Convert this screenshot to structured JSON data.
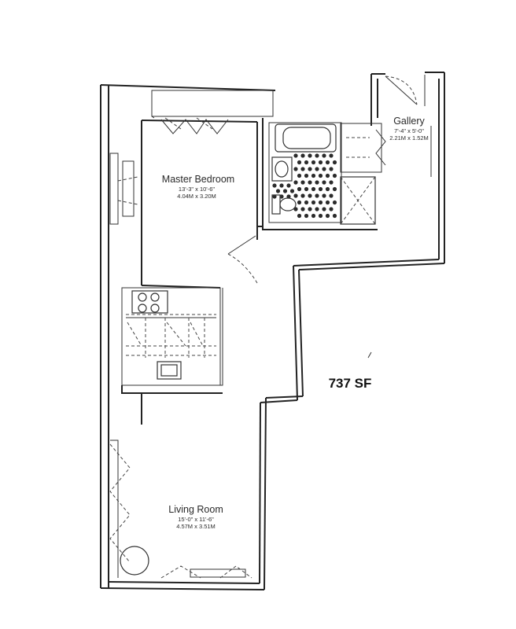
{
  "rooms": {
    "master_bedroom": {
      "name": "Master Bedroom",
      "dim_imperial": "13'-3\" x 10'-6\"",
      "dim_metric": "4.04M x 3.20M"
    },
    "gallery": {
      "name": "Gallery",
      "dim_imperial": "7'-4\" x 5'-0\"",
      "dim_metric": "2.21M x 1.52M"
    },
    "living_room": {
      "name": "Living Room",
      "dim_imperial": "15'-0\" x 11'-6\"",
      "dim_metric": "4.57M x 3.51M"
    }
  },
  "area_label": "737 SF",
  "colors": {
    "line": "#222222",
    "background": "#ffffff"
  }
}
